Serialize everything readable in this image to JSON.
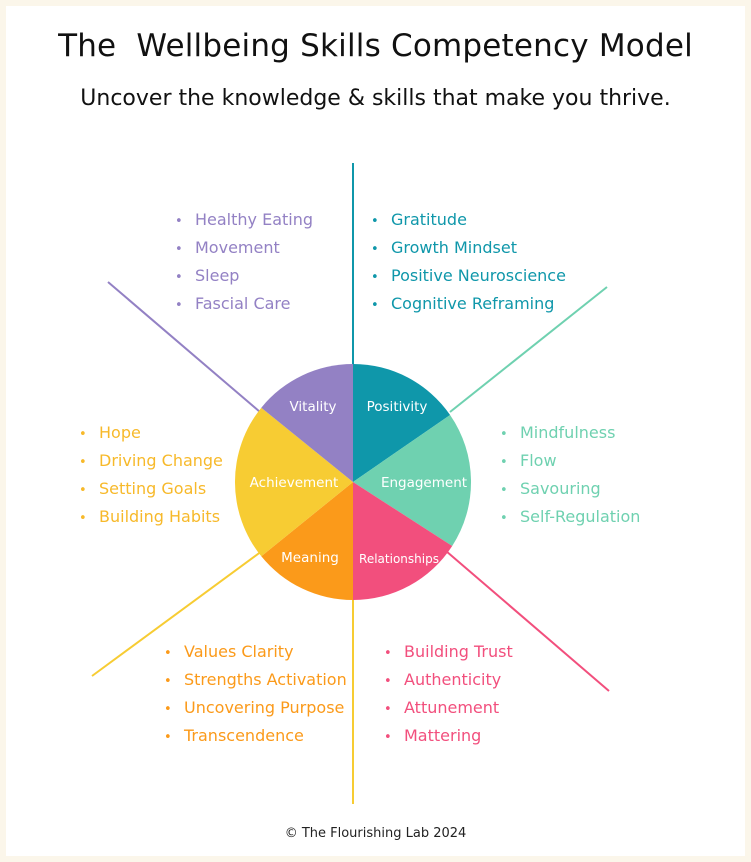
{
  "title": "The  Wellbeing Skills Competency Model",
  "subtitle": "Uncover the knowledge & skills that make you thrive.",
  "footer": "© The Flourishing Lab  2024",
  "colors": {
    "vitality": "#9381c4",
    "positivity": "#0f97aa",
    "engagement": "#6fd1b0",
    "relationships": "#f24f7d",
    "meaning": "#fb9a1a",
    "achievement": "#f7cc33"
  },
  "segments": {
    "vitality": "Vitality",
    "positivity": "Positivity",
    "engagement": "Engagement",
    "relationships": "Relationships",
    "meaning": "Meaning",
    "achievement": "Achievement"
  },
  "lists": {
    "vitality": [
      "Healthy Eating",
      "Movement",
      "Sleep",
      "Fascial Care"
    ],
    "positivity": [
      "Gratitude",
      "Growth Mindset",
      "Positive Neuroscience",
      "Cognitive Reframing"
    ],
    "engagement": [
      "Mindfulness",
      "Flow",
      "Savouring",
      "Self-Regulation"
    ],
    "achievement": [
      "Hope",
      "Driving Change",
      "Setting Goals",
      "Building Habits"
    ],
    "meaning": [
      "Values Clarity",
      "Strengths Activation",
      "Uncovering Purpose",
      "Transcendence"
    ],
    "relationships": [
      "Building Trust",
      "Authenticity",
      "Attunement",
      "Mattering"
    ]
  },
  "bullet": "•"
}
